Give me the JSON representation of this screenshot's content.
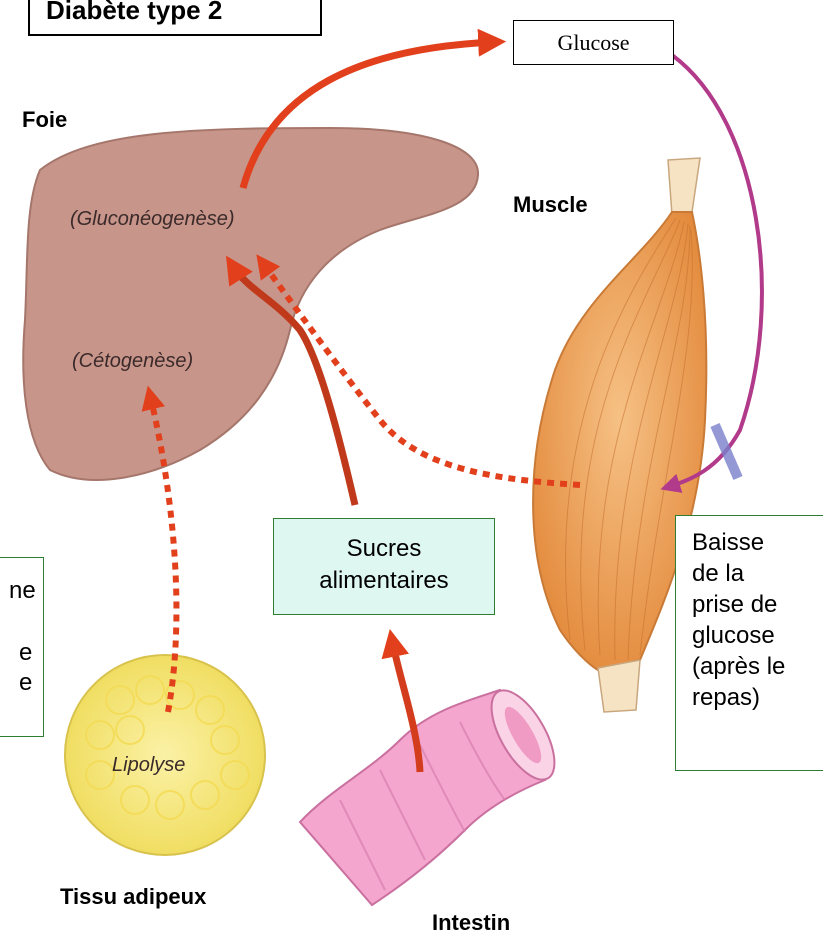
{
  "title": "Diabète type 2",
  "organs": {
    "liver": "Foie",
    "muscle": "Muscle",
    "adipose": "Tissu adipeux",
    "intestine": "Intestin"
  },
  "processes": {
    "gluconeogenesis": "(Gluconéogenèse)",
    "ketogenesis": "(Cétogenèse)",
    "lipolysis": "Lipolyse"
  },
  "boxes": {
    "glucose": "Glucose",
    "sucres_line1": "Sucres",
    "sucres_line2": "alimentaires",
    "baisse_lines": [
      "Baisse",
      "de la",
      "prise de",
      "glucose",
      "(après le",
      "repas)"
    ],
    "partial_left_fragments": [
      "ne",
      "e",
      "e"
    ]
  },
  "colors": {
    "arrow_red": "#e2401c",
    "arrow_magenta": "#b23a8a",
    "liver": "#c8958a",
    "muscle": "#f0a860",
    "intestine": "#f4a6cf",
    "adipose": "#f6e77a",
    "box_green_border": "#2e7d32",
    "sucres_fill": "#dff7f1"
  }
}
